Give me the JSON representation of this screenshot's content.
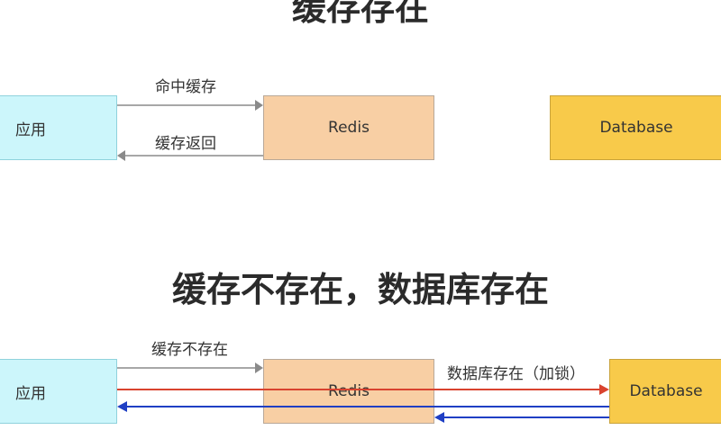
{
  "section1": {
    "title": "缓存存在",
    "app_label": "应用",
    "redis_label": "Redis",
    "db_label": "Database",
    "arrow_hit_label": "命中缓存",
    "arrow_return_label": "缓存返回"
  },
  "section2": {
    "title": "缓存不存在，数据库存在",
    "app_label": "应用",
    "redis_label": "Redis",
    "db_label": "Database",
    "arrow_miss_label": "缓存不存在",
    "arrow_db_label": "数据库存在（加锁）"
  },
  "colors": {
    "app_fill": "#ccf6fb",
    "redis_fill": "#f8cfa4",
    "db_fill": "#f8ca4a",
    "arrow_gray": "#8a8a8a",
    "arrow_red": "#d9432f",
    "arrow_blue": "#1f3fc4"
  }
}
